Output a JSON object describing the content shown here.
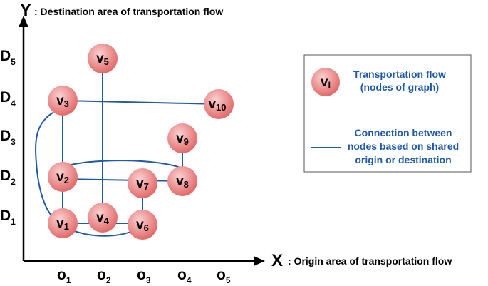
{
  "axes": {
    "y_letter": "Y",
    "y_caption": ": Destination area of transportation flow",
    "x_letter": "X",
    "x_caption": ": Origin area of transportation flow"
  },
  "y_ticks": [
    {
      "base": "D",
      "sub": "5"
    },
    {
      "base": "D",
      "sub": "4"
    },
    {
      "base": "D",
      "sub": "3"
    },
    {
      "base": "D",
      "sub": "2"
    },
    {
      "base": "D",
      "sub": "1"
    }
  ],
  "x_ticks": [
    {
      "base": "o",
      "sub": "1"
    },
    {
      "base": "o",
      "sub": "2"
    },
    {
      "base": "o",
      "sub": "3"
    },
    {
      "base": "o",
      "sub": "4"
    },
    {
      "base": "o",
      "sub": "5"
    }
  ],
  "nodes": [
    {
      "id": "v1",
      "base": "v",
      "sub": "1"
    },
    {
      "id": "v2",
      "base": "v",
      "sub": "2"
    },
    {
      "id": "v3",
      "base": "v",
      "sub": "3"
    },
    {
      "id": "v4",
      "base": "v",
      "sub": "4"
    },
    {
      "id": "v5",
      "base": "v",
      "sub": "5"
    },
    {
      "id": "v6",
      "base": "v",
      "sub": "6"
    },
    {
      "id": "v7",
      "base": "v",
      "sub": "7"
    },
    {
      "id": "v8",
      "base": "v",
      "sub": "8"
    },
    {
      "id": "v9",
      "base": "v",
      "sub": "9"
    },
    {
      "id": "v10",
      "base": "v",
      "sub": "10"
    }
  ],
  "legend": {
    "node_symbol": {
      "base": "v",
      "sub": "i"
    },
    "node_text_line1": "Transportation flow",
    "node_text_line2": "(nodes of graph)",
    "edge_text_line1": "Connection between",
    "edge_text_line2": "nodes based on shared",
    "edge_text_line3": "origin or destination"
  },
  "colors": {
    "edge": "#1f5aa6",
    "node_fill_center": "#f7b3b3",
    "node_fill_edge": "#e06666",
    "axis": "#000000"
  }
}
